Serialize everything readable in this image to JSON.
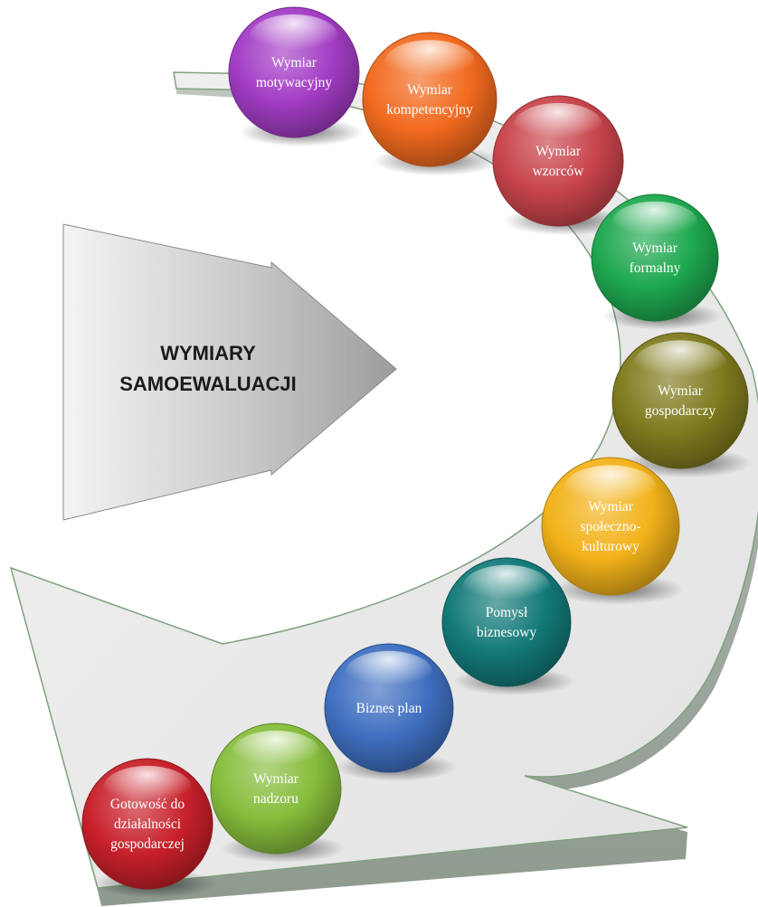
{
  "title": {
    "line1": "WYMIARY",
    "line2": "SAMOEWALUACJI"
  },
  "spheres": [
    {
      "name": "sphere-motywacyjny",
      "lines": [
        "Wymiar",
        "motywacyjny"
      ],
      "color": "#a23cc4"
    },
    {
      "name": "sphere-kompetencyjny",
      "lines": [
        "Wymiar",
        "kompetencyjny"
      ],
      "color": "#f26a1f"
    },
    {
      "name": "sphere-wzorcow",
      "lines": [
        "Wymiar",
        "wzorców"
      ],
      "color": "#c8444b"
    },
    {
      "name": "sphere-formalny",
      "lines": [
        "Wymiar",
        "formalny"
      ],
      "color": "#1ea84f"
    },
    {
      "name": "sphere-gospodarczy",
      "lines": [
        "Wymiar",
        "gospodarczy"
      ],
      "color": "#7f7b1f"
    },
    {
      "name": "sphere-spoleczno-kulturowy",
      "lines": [
        "Wymiar",
        "społeczno-",
        "kulturowy"
      ],
      "color": "#f2b21a"
    },
    {
      "name": "sphere-pomysl-biznesowy",
      "lines": [
        "Pomysł",
        "biznesowy"
      ],
      "color": "#137a78"
    },
    {
      "name": "sphere-biznes-plan",
      "lines": [
        "Biznes plan"
      ],
      "color": "#3f6fc0"
    },
    {
      "name": "sphere-nadzoru",
      "lines": [
        "Wymiar",
        "nadzoru"
      ],
      "color": "#86bd3c"
    },
    {
      "name": "sphere-gotowosc",
      "lines": [
        "Gotowość do",
        "działalności",
        "gospodarczej"
      ],
      "color": "#c8202a"
    }
  ]
}
